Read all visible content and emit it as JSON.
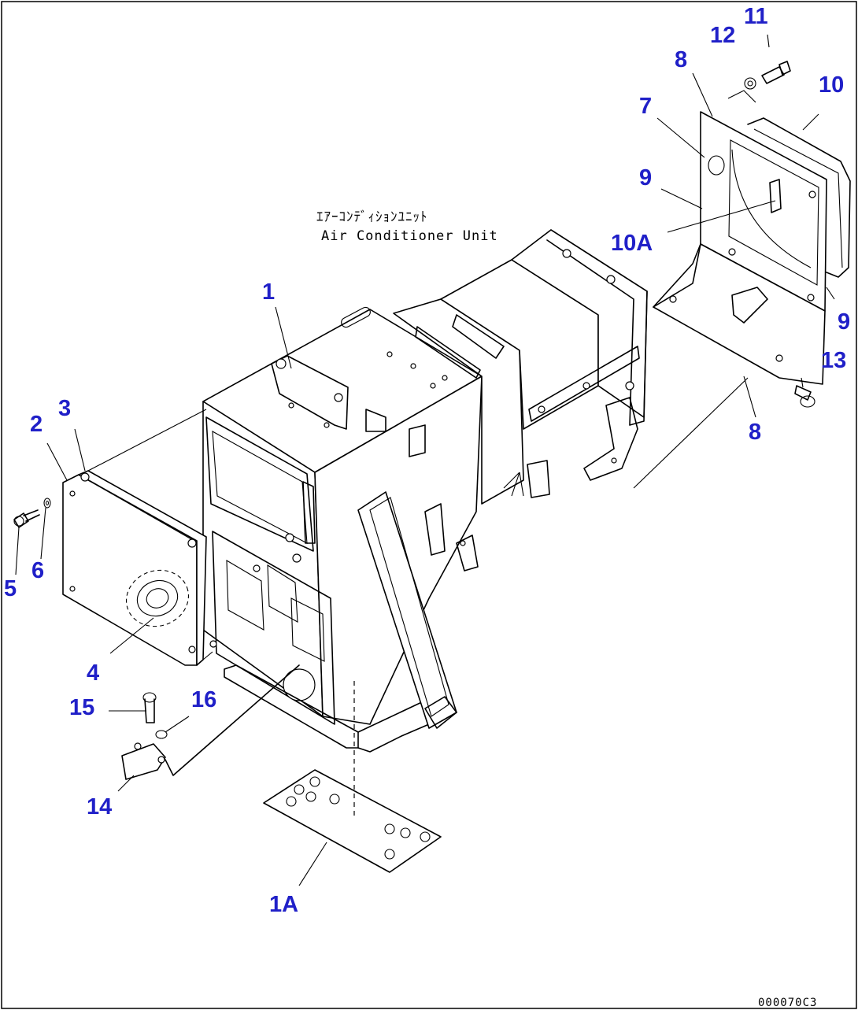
{
  "unit_label": {
    "japanese": "ｴｱｰｺﾝﾃﾞｨｼｮﾝﾕﾆｯﾄ",
    "english": "Air Conditioner Unit"
  },
  "drawing_code": "000070C3",
  "callouts": {
    "c1": "1",
    "c1A": "1A",
    "c2": "2",
    "c3": "3",
    "c4": "4",
    "c5": "5",
    "c6": "6",
    "c7": "7",
    "c8_top": "8",
    "c8_bottom": "8",
    "c9_left": "9",
    "c9_right": "9",
    "c10": "10",
    "c10A": "10A",
    "c11": "11",
    "c12": "12",
    "c13": "13",
    "c14": "14",
    "c15": "15",
    "c16": "16"
  },
  "colors": {
    "callout": "#2020c8",
    "line": "#000000",
    "background": "#ffffff"
  }
}
